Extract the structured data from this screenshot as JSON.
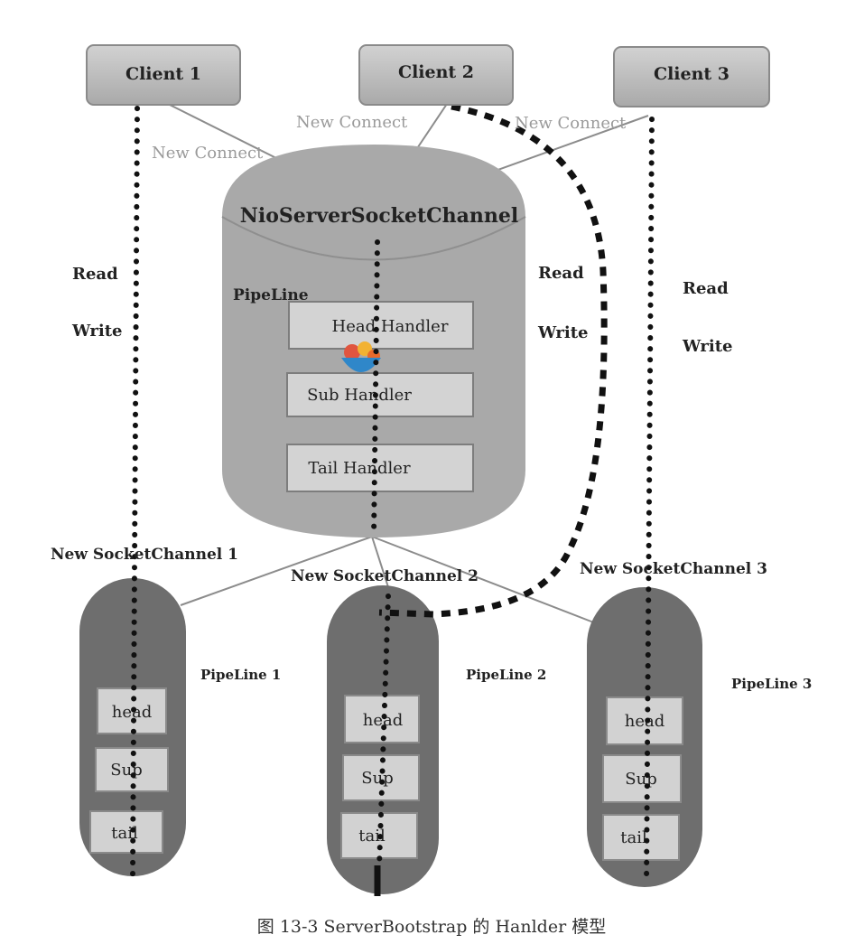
{
  "clients": [
    "Client 1",
    "Client 2",
    "Client 3"
  ],
  "new_connect": [
    "New Connect",
    "New Connect",
    "New Connect"
  ],
  "server": {
    "title": "NioServerSocketChannel",
    "pipeline_label": "PipeLine",
    "handlers": [
      "Head Handler",
      "Sub Handler",
      "Tail Handler"
    ]
  },
  "read_label": "Read",
  "write_label": "Write",
  "socket_channels": [
    {
      "title": "New SocketChannel 1",
      "pipeline": "PipeLine 1",
      "handlers": [
        "head",
        "Sup",
        "tail"
      ]
    },
    {
      "title": "New SocketChannel 2",
      "pipeline": "PipeLine 2",
      "handlers": [
        "head",
        "Sup",
        "tail"
      ]
    },
    {
      "title": "New SocketChannel 3",
      "pipeline": "PipeLine 3",
      "handlers": [
        "head",
        "Sup",
        "tail"
      ]
    }
  ],
  "caption": "图 13-3    ServerBootstrap 的 Hanlder 模型"
}
